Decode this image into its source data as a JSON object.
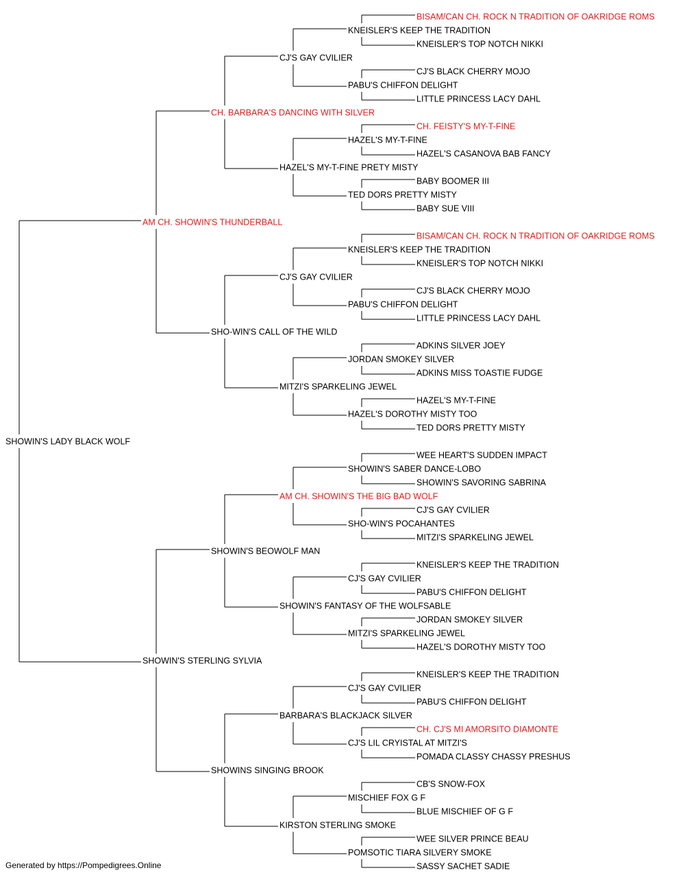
{
  "colors": {
    "normal": "#000000",
    "champion": "#e21b1b",
    "line": "#000000"
  },
  "pedigree": {
    "name": "SHOWIN'S LADY BLACK WOLF",
    "hl": false,
    "sire": {
      "name": "AM CH. SHOWIN'S THUNDERBALL",
      "hl": true,
      "sire": {
        "name": "CH. BARBARA'S DANCING WITH SILVER",
        "hl": true,
        "sire": {
          "name": "CJ'S GAY CVILIER",
          "hl": false,
          "sire": {
            "name": "KNEISLER'S KEEP THE TRADITION",
            "hl": false,
            "sire": {
              "name": "BISAM/CAN CH. ROCK N TRADITION OF OAKRIDGE ROMS",
              "hl": true
            },
            "dam": {
              "name": "KNEISLER'S TOP NOTCH NIKKI",
              "hl": false
            }
          },
          "dam": {
            "name": "PABU'S CHIFFON DELIGHT",
            "hl": false,
            "sire": {
              "name": "CJ'S BLACK CHERRY MOJO",
              "hl": false
            },
            "dam": {
              "name": "LITTLE PRINCESS LACY DAHL",
              "hl": false
            }
          }
        },
        "dam": {
          "name": "HAZEL'S MY-T-FINE PRETY MISTY",
          "hl": false,
          "sire": {
            "name": "HAZEL'S MY-T-FINE",
            "hl": false,
            "sire": {
              "name": "CH. FEISTY'S MY-T-FINE",
              "hl": true
            },
            "dam": {
              "name": "HAZEL'S CASANOVA BAB FANCY",
              "hl": false
            }
          },
          "dam": {
            "name": "TED DORS PRETTY MISTY",
            "hl": false,
            "sire": {
              "name": "BABY BOOMER III",
              "hl": false
            },
            "dam": {
              "name": "BABY SUE VIII",
              "hl": false
            }
          }
        }
      },
      "dam": {
        "name": "SHO-WIN'S CALL OF THE WILD",
        "hl": false,
        "sire": {
          "name": "CJ'S GAY CVILIER",
          "hl": false,
          "sire": {
            "name": "KNEISLER'S KEEP THE TRADITION",
            "hl": false,
            "sire": {
              "name": "BISAM/CAN CH. ROCK N TRADITION OF OAKRIDGE ROMS",
              "hl": true
            },
            "dam": {
              "name": "KNEISLER'S TOP NOTCH NIKKI",
              "hl": false
            }
          },
          "dam": {
            "name": "PABU'S CHIFFON DELIGHT",
            "hl": false,
            "sire": {
              "name": "CJ'S BLACK CHERRY MOJO",
              "hl": false
            },
            "dam": {
              "name": "LITTLE PRINCESS LACY DAHL",
              "hl": false
            }
          }
        },
        "dam": {
          "name": "MITZI'S SPARKELING JEWEL",
          "hl": false,
          "sire": {
            "name": "JORDAN SMOKEY SILVER",
            "hl": false,
            "sire": {
              "name": "ADKINS SILVER JOEY",
              "hl": false
            },
            "dam": {
              "name": "ADKINS MISS TOASTIE FUDGE",
              "hl": false
            }
          },
          "dam": {
            "name": "HAZEL'S DOROTHY MISTY TOO",
            "hl": false,
            "sire": {
              "name": "HAZEL'S MY-T-FINE",
              "hl": false
            },
            "dam": {
              "name": "TED DORS PRETTY MISTY",
              "hl": false
            }
          }
        }
      }
    },
    "dam": {
      "name": "SHOWIN'S STERLING SYLVIA",
      "hl": false,
      "sire": {
        "name": "SHOWIN'S BEOWOLF MAN",
        "hl": false,
        "sire": {
          "name": "AM CH. SHOWIN'S THE BIG BAD WOLF",
          "hl": true,
          "sire": {
            "name": "SHOWIN'S SABER DANCE-LOBO",
            "hl": false,
            "sire": {
              "name": "WEE HEART'S SUDDEN IMPACT",
              "hl": false
            },
            "dam": {
              "name": "SHOWIN'S SAVORING SABRINA",
              "hl": false
            }
          },
          "dam": {
            "name": "SHO-WIN'S POCAHANTES",
            "hl": false,
            "sire": {
              "name": "CJ'S GAY CVILIER",
              "hl": false
            },
            "dam": {
              "name": "MITZI'S SPARKELING JEWEL",
              "hl": false
            }
          }
        },
        "dam": {
          "name": "SHOWIN'S FANTASY OF THE WOLFSABLE",
          "hl": false,
          "sire": {
            "name": "CJ'S GAY CVILIER",
            "hl": false,
            "sire": {
              "name": "KNEISLER'S KEEP THE TRADITION",
              "hl": false
            },
            "dam": {
              "name": "PABU'S CHIFFON DELIGHT",
              "hl": false
            }
          },
          "dam": {
            "name": "MITZI'S SPARKELING JEWEL",
            "hl": false,
            "sire": {
              "name": "JORDAN SMOKEY SILVER",
              "hl": false
            },
            "dam": {
              "name": "HAZEL'S DOROTHY MISTY TOO",
              "hl": false
            }
          }
        }
      },
      "dam": {
        "name": "SHOWINS SINGING BROOK",
        "hl": false,
        "sire": {
          "name": "BARBARA'S BLACKJACK SILVER",
          "hl": false,
          "sire": {
            "name": "CJ'S GAY CVILIER",
            "hl": false,
            "sire": {
              "name": "KNEISLER'S KEEP THE TRADITION",
              "hl": false
            },
            "dam": {
              "name": "PABU'S CHIFFON DELIGHT",
              "hl": false
            }
          },
          "dam": {
            "name": "CJ'S LIL CRYISTAL AT MITZI'S",
            "hl": false,
            "sire": {
              "name": "CH. CJ'S MI AMORSITO DIAMONTE",
              "hl": true
            },
            "dam": {
              "name": "POMADA CLASSY CHASSY PRESHUS",
              "hl": false
            }
          }
        },
        "dam": {
          "name": "KIRSTON STERLING SMOKE",
          "hl": false,
          "sire": {
            "name": "MISCHIEF FOX G F",
            "hl": false,
            "sire": {
              "name": "CB'S SNOW-FOX",
              "hl": false
            },
            "dam": {
              "name": "BLUE MISCHIEF OF G F",
              "hl": false
            }
          },
          "dam": {
            "name": "POMSOTIC TIARA SILVERY SMOKE",
            "hl": false,
            "sire": {
              "name": "WEE SILVER PRINCE BEAU",
              "hl": false
            },
            "dam": {
              "name": "SASSY SACHET SADIE",
              "hl": false
            }
          }
        }
      }
    }
  },
  "footer": "Generated by https://Pompedigrees.Online"
}
